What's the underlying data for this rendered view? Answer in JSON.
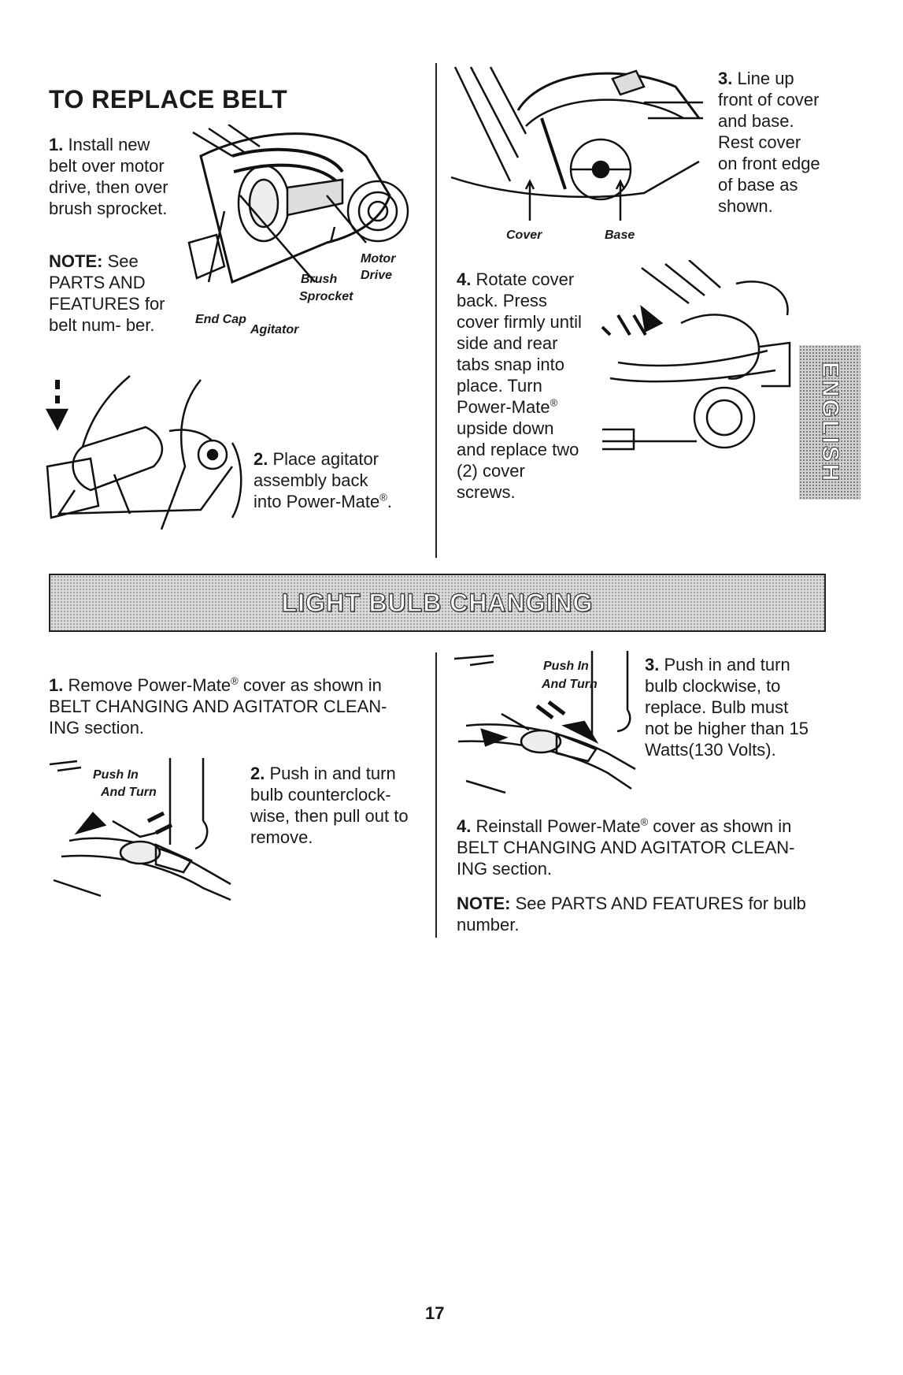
{
  "replace_belt": {
    "title": "TO REPLACE BELT",
    "step1_num": "1.",
    "step1_text": "Install new belt over motor drive, then over brush sprocket.",
    "note_label": "NOTE:",
    "note_text": "See PARTS AND FEATURES for belt num- ber.",
    "labels": {
      "motor_drive_1": "Motor",
      "motor_drive_2": "Drive",
      "brush_sprocket_1": "Brush",
      "brush_sprocket_2": "Sprocket",
      "end_cap": "End Cap",
      "agitator": "Agitator"
    },
    "step2_num": "2.",
    "step2_text_a": "Place agitator assembly back into Power-Mate",
    "step2_text_b": ".",
    "step3_num": "3.",
    "step3_text": "Line up front of cover and base. Rest cover on front edge of base as shown.",
    "cover_label": "Cover",
    "base_label": "Base",
    "step4_num": "4.",
    "step4_text_a": "Rotate cover back. Press cover firmly until side and rear tabs snap into place. Turn Power-Mate",
    "step4_text_b": " upside down and replace two (2) cover screws."
  },
  "side_tab": {
    "label": "ENGLISH"
  },
  "light_bulb": {
    "banner_title": "LIGHT BULB CHANGING",
    "step1_num": "1.",
    "step1_text_a": "Remove Power-Mate",
    "step1_text_b": " cover as shown in BELT CHANGING AND AGITATOR CLEAN- ING section.",
    "step2_num": "2.",
    "step2_text": "Push in and turn bulb counterclock- wise, then pull out to remove.",
    "push_in": "Push In",
    "and_turn": "And Turn",
    "step3_num": "3.",
    "step3_text": "Push in and turn bulb clockwise, to replace. Bulb must not be higher than 15 Watts(130 Volts).",
    "step4_num": "4.",
    "step4_text_a": "Reinstall Power-Mate",
    "step4_text_b": " cover as shown in BELT CHANGING AND AGITATOR CLEAN- ING section.",
    "note_label": "NOTE:",
    "note_text": "See PARTS AND FEATURES for bulb number."
  },
  "registered_mark": "®",
  "page_number": "17"
}
